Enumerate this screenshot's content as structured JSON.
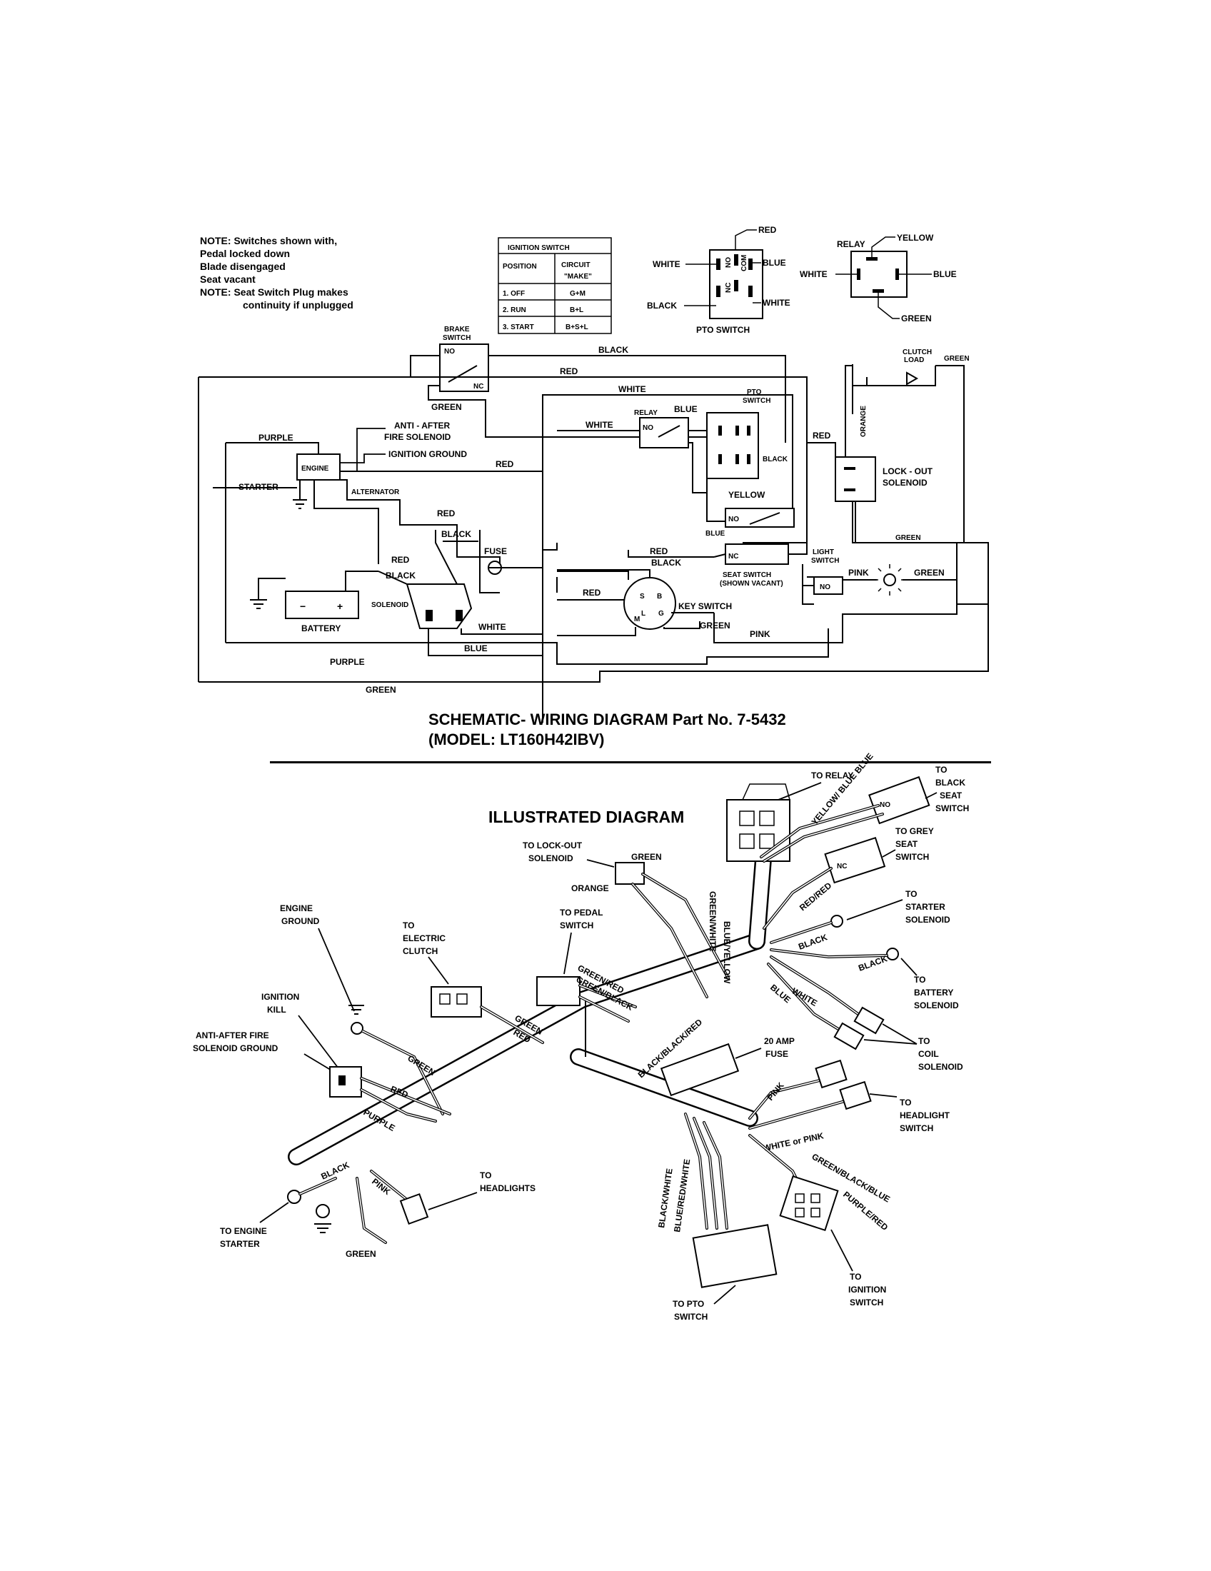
{
  "notes": {
    "line1": "NOTE: Switches shown with,",
    "line2": "Pedal locked down",
    "line3": "Blade disengaged",
    "line4": "Seat vacant",
    "line5": "NOTE: Seat Switch Plug makes",
    "line6": "continuity if unplugged"
  },
  "ignition_table": {
    "title": "IGNITION SWITCH",
    "col1": "POSITION",
    "col2a": "CIRCUIT",
    "col2b": "\"MAKE\"",
    "rows": [
      {
        "position": "1. OFF",
        "make": "G+M"
      },
      {
        "position": "2. RUN",
        "make": "B+L"
      },
      {
        "position": "3. START",
        "make": "B+S+L"
      }
    ]
  },
  "pto_inset": {
    "caption": "PTO SWITCH",
    "red": "RED",
    "white_l": "WHITE",
    "blue": "BLUE",
    "black": "BLACK",
    "white_r": "WHITE",
    "nc": "NC",
    "no": "NO",
    "com": "COM"
  },
  "relay_inset": {
    "relay": "RELAY",
    "yellow": "YELLOW",
    "white": "WHITE",
    "blue": "BLUE",
    "green": "GREEN"
  },
  "schematic": {
    "brake_switch": "BRAKE SWITCH",
    "brake_switch_l1": "BRAKE",
    "brake_switch_l2": "SWITCH",
    "no": "NO",
    "nc": "NC",
    "black": "BLACK",
    "red": "RED",
    "white": "WHITE",
    "green": "GREEN",
    "purple": "PURPLE",
    "yellow": "YELLOW",
    "blue": "BLUE",
    "orange": "ORANGE",
    "pink": "PINK",
    "anti_after_l1": "ANTI - AFTER",
    "anti_after_l2": "FIRE SOLENOID",
    "ignition_ground": "IGNITION GROUND",
    "engine": "ENGINE",
    "starter": "STARTER",
    "alternator": "ALTERNATOR",
    "relay": "RELAY",
    "pto_switch_l1": "PTO",
    "pto_switch_l2": "SWITCH",
    "clutch_l1": "CLUTCH",
    "clutch_l2": "LOAD",
    "lockout_l1": "LOCK - OUT",
    "lockout_l2": "SOLENOID",
    "fuse": "FUSE",
    "solenoid": "SOLENOID",
    "battery": "BATTERY",
    "key_switch": "KEY SWITCH",
    "seat_switch_l1": "SEAT SWITCH",
    "seat_switch_l2": "(SHOWN VACANT)",
    "light_switch_l1": "LIGHT",
    "light_switch_l2": "SWITCH",
    "minus": "−",
    "plus": "+",
    "key_s": "S",
    "key_b": "B",
    "key_l": "L",
    "key_g": "G",
    "key_m": "M"
  },
  "titles": {
    "schematic_l1": "SCHEMATIC- WIRING DIAGRAM Part No. 7-5432",
    "schematic_l2": "(MODEL: LT160H42IBV)",
    "illustrated": "ILLUSTRATED DIAGRAM"
  },
  "illustrated": {
    "to_relay": "TO RELAY",
    "to_black_seat": [
      "TO",
      "BLACK",
      "SEAT",
      "SWITCH"
    ],
    "yellow_blue": "YELLOW/ BLUE BLUE",
    "to_grey_seat": [
      "TO GREY",
      "SEAT",
      "SWITCH"
    ],
    "nc": "NC",
    "no": "NO",
    "to_lockout": [
      "TO LOCK-OUT",
      "SOLENOID"
    ],
    "green": "GREEN",
    "orange": "ORANGE",
    "blue_yellow": "BLUE/YELLOW",
    "green_white": "GREEN/WHITE",
    "red_red": "RED/RED",
    "to_starter_sol": [
      "TO",
      "STARTER",
      "SOLENOID"
    ],
    "engine_ground": [
      "ENGINE",
      "GROUND"
    ],
    "to_electric_clutch": [
      "TO",
      "ELECTRIC",
      "CLUTCH"
    ],
    "to_pedal": [
      "TO PEDAL",
      "SWITCH"
    ],
    "green_red": "GREEN/RED",
    "green_black": "GREEN/BLACK",
    "black": "BLACK",
    "white": "WHITE",
    "blue": "BLUE",
    "to_battery_sol": [
      "TO",
      "BATTERY",
      "SOLENOID"
    ],
    "ignition_kill": [
      "IGNITION",
      "KILL"
    ],
    "anti_after_ground": [
      "ANTI-AFTER FIRE",
      "SOLENOID GROUND"
    ],
    "red": "RED",
    "purple": "PURPLE",
    "amp_fuse": [
      "20 AMP",
      "FUSE"
    ],
    "black_black_red": "BLACK/BLACK/RED",
    "to_coil_sol": [
      "TO",
      "COIL",
      "SOLENOID"
    ],
    "pink": "PINK",
    "to_headlight_switch": [
      "TO",
      "HEADLIGHT",
      "SWITCH"
    ],
    "white_or_pink": "WHITE or PINK",
    "green_black_blue": "GREEN/BLACK/BLUE",
    "purple_red": "PURPLE/RED",
    "to_headlights": [
      "TO",
      "HEADLIGHTS"
    ],
    "to_engine_starter": [
      "TO ENGINE",
      "STARTER"
    ],
    "black_white": "BLACK/WHITE",
    "blue_red_white": "BLUE/RED/WHITE",
    "to_ignition_switch": [
      "TO",
      "IGNITION",
      "SWITCH"
    ],
    "to_pto_switch": [
      "TO PTO",
      "SWITCH"
    ]
  }
}
